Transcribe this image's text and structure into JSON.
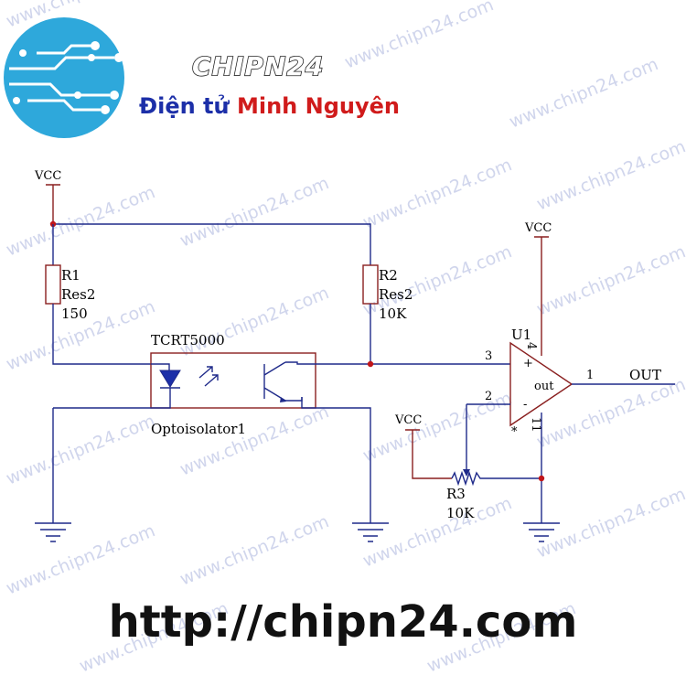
{
  "header": {
    "brand": "CHIPN24",
    "subtitle_part1": "Điện tử ",
    "subtitle_part2": "Minh Nguyên"
  },
  "watermark": "www.chipn24.com",
  "footer": {
    "url": "http://chipn24.com"
  },
  "schematic": {
    "vcc_labels": [
      "VCC",
      "VCC",
      "VCC"
    ],
    "r1": {
      "ref": "R1",
      "type": "Res2",
      "value": "150"
    },
    "r2": {
      "ref": "R2",
      "type": "Res2",
      "value": "10K"
    },
    "r3": {
      "ref": "R3",
      "value": "10K"
    },
    "opto": {
      "part": "TCRT5000",
      "ref": "Optoisolator1"
    },
    "opamp": {
      "ref": "U1",
      "pin_noninv": "3",
      "pin_inv": "2",
      "pin_out": "1",
      "pin_vplus": "4",
      "pin_vminus": "11",
      "plus_sign": "+",
      "minus_sign": "-",
      "out_label": "out",
      "asterisk": "*"
    },
    "output_label": "OUT"
  },
  "colors": {
    "wire": "#1f2a8a",
    "power_wire": "#8a1f1f",
    "junction": "#c0151a",
    "diode_fill": "#1c2fa8",
    "logo_circle": "#2ea8db",
    "brand_blue": "#1c2fa8",
    "brand_red": "#d01b1b"
  }
}
